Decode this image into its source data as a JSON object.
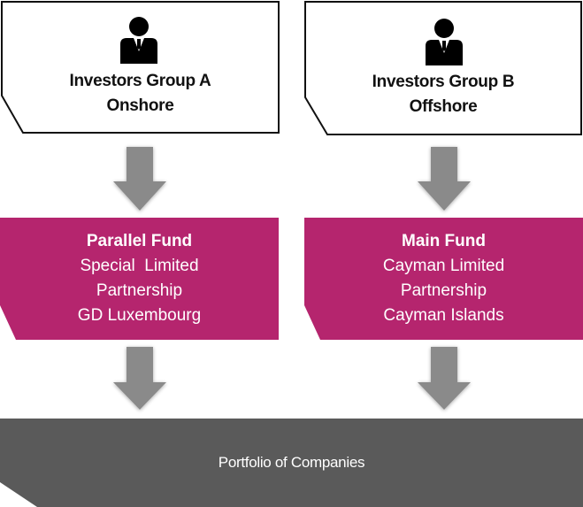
{
  "colors": {
    "investor_border": "#111111",
    "fund_fill": "#b5256e",
    "portfolio_fill": "#5a5a5a",
    "arrow_fill": "#8a8a8a"
  },
  "investors": [
    {
      "icon": "businessman-icon",
      "name": "Investors Group A",
      "location": "Onshore"
    },
    {
      "icon": "businessman-icon",
      "name": "Investors Group B",
      "location": "Offshore"
    }
  ],
  "funds": [
    {
      "title": "Parallel Fund",
      "lines": [
        "Special  Limited",
        "Partnership",
        "GD Luxembourg"
      ]
    },
    {
      "title": "Main Fund",
      "lines": [
        "Cayman Limited",
        "Partnership",
        "Cayman Islands"
      ]
    }
  ],
  "portfolio": {
    "label": "Portfolio of Companies"
  },
  "arrows": [
    {
      "from": "Investors Group A",
      "to": "Parallel Fund"
    },
    {
      "from": "Investors Group B",
      "to": "Main Fund"
    },
    {
      "from": "Parallel Fund",
      "to": "Portfolio of Companies"
    },
    {
      "from": "Main Fund",
      "to": "Portfolio of Companies"
    }
  ]
}
